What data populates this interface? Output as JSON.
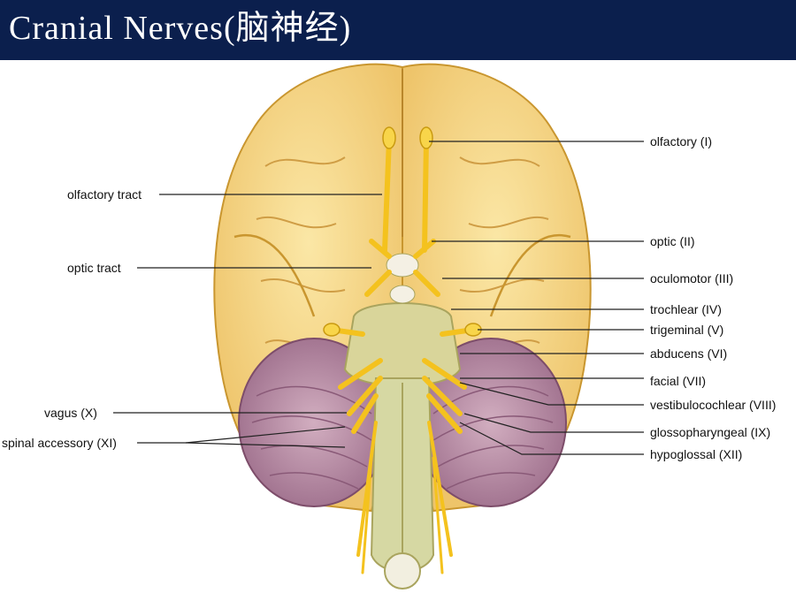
{
  "title": "Cranial Nerves(脑神经)",
  "colors": {
    "title_bar": "#0b1f4d",
    "title_text": "#ffffff",
    "cerebrum": "#f6d98a",
    "cerebellum": "#b98aa6",
    "brainstem": "#d9d59a",
    "nerve": "#f4c21e",
    "leader_line": "#222222"
  },
  "labels_left": {
    "olfactory_tract": "olfactory tract",
    "optic_tract": "optic tract",
    "vagus": "vagus (X)",
    "spinal_accessory": "spinal accessory (XI)"
  },
  "labels_right": {
    "olfactory": "olfactory (I)",
    "optic": "optic (II)",
    "oculomotor": "oculomotor (III)",
    "trochlear": "trochlear (IV)",
    "trigeminal": "trigeminal (V)",
    "abducens": "abducens (VI)",
    "facial": "facial (VII)",
    "vestibulocochlear": "vestibulocochlear (VIII)",
    "glossopharyngeal": "glossopharyngeal (IX)",
    "hypoglossal": "hypoglossal (XII)"
  }
}
